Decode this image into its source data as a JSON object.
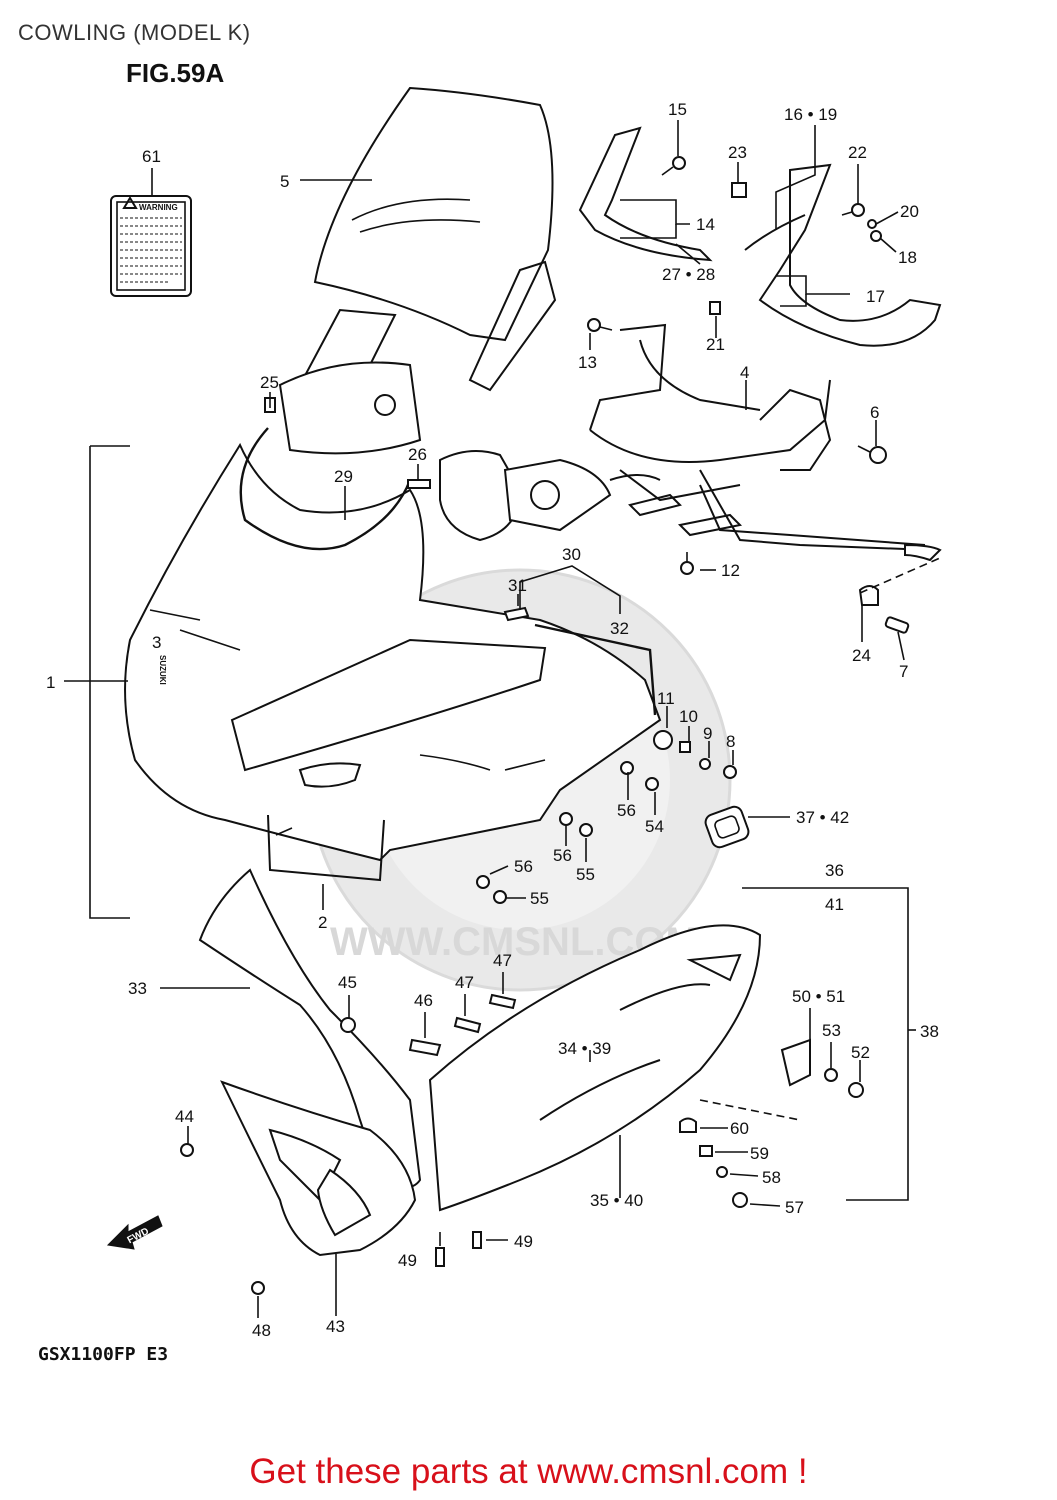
{
  "header": {
    "title": "COWLING (MODEL K)",
    "figure": "FIG.59A"
  },
  "diagram": {
    "warning_label_text": "WARNING",
    "fwd_arrow_text": "FWD",
    "brand_text": "SUZUKI",
    "watermark_text": "WWW.CMSNL.COM",
    "callouts": [
      "1",
      "2",
      "3",
      "4",
      "5",
      "6",
      "7",
      "8",
      "9",
      "10",
      "11",
      "12",
      "13",
      "14",
      "15",
      "16 • 19",
      "17",
      "18",
      "20",
      "21",
      "22",
      "23",
      "24",
      "25",
      "26",
      "27 • 28",
      "29",
      "30",
      "31",
      "32",
      "33",
      "34 • 39",
      "35 • 40",
      "36",
      "41",
      "37 • 42",
      "38",
      "43",
      "44",
      "45",
      "46",
      "47",
      "47",
      "48",
      "49",
      "49",
      "50 • 51",
      "52",
      "53",
      "54",
      "55",
      "55",
      "56",
      "56",
      "56",
      "57",
      "58",
      "59",
      "60",
      "61"
    ]
  },
  "footer": {
    "model_code": "GSX1100FP  E3",
    "cta": "Get these parts at www.cmsnl.com !"
  }
}
